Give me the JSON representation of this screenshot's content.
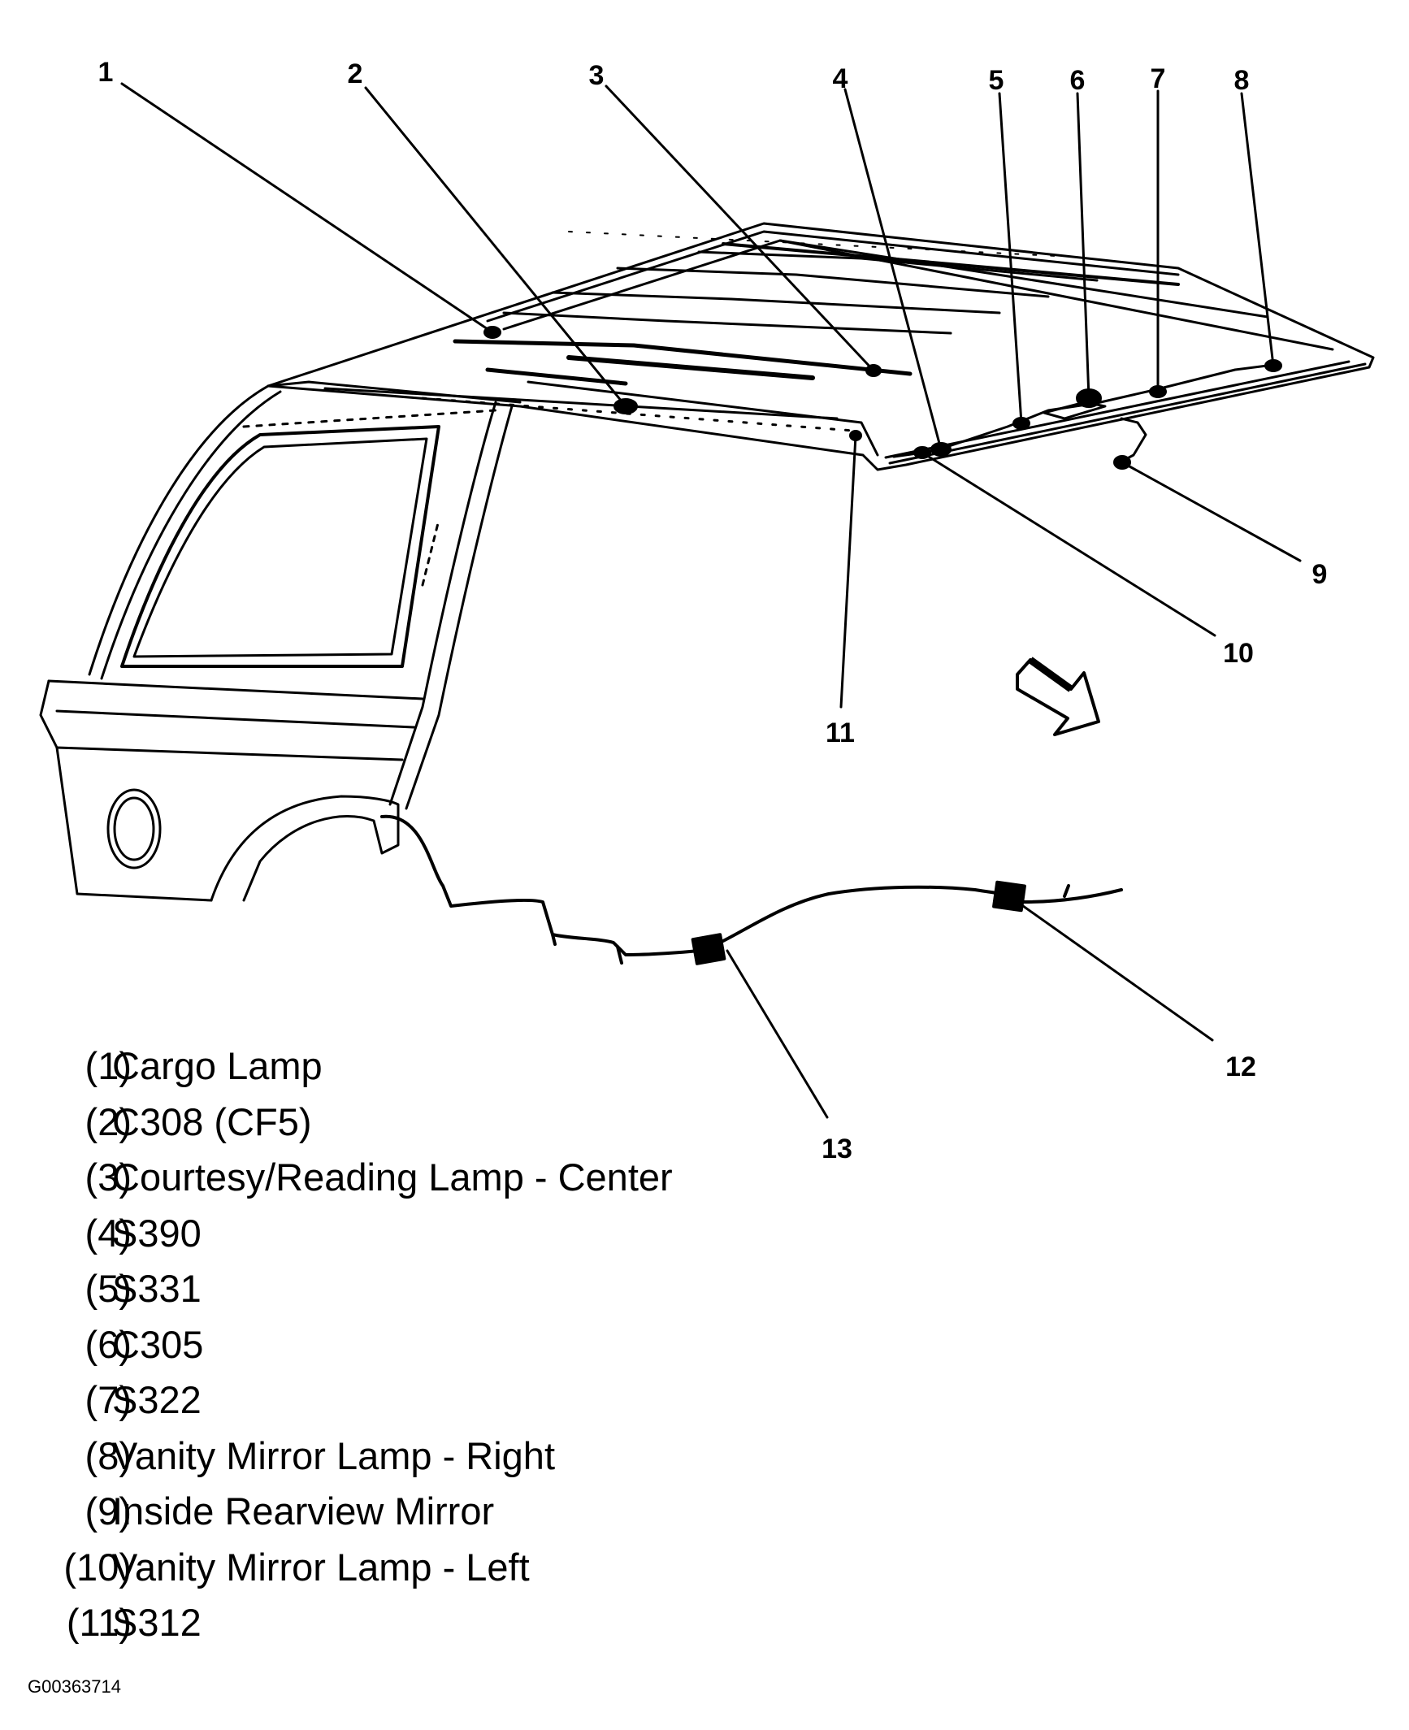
{
  "callouts": [
    "1",
    "2",
    "3",
    "4",
    "5",
    "6",
    "7",
    "8",
    "9",
    "10",
    "11",
    "12",
    "13"
  ],
  "legend": [
    {
      "num": "(1)",
      "label": "Cargo Lamp"
    },
    {
      "num": "(2)",
      "label": "C308 (CF5)"
    },
    {
      "num": "(3)",
      "label": "Courtesy/Reading Lamp - Center"
    },
    {
      "num": "(4)",
      "label": "S390"
    },
    {
      "num": "(5)",
      "label": "S331"
    },
    {
      "num": "(6)",
      "label": "C305"
    },
    {
      "num": "(7)",
      "label": "S322"
    },
    {
      "num": "(8)",
      "label": "Vanity Mirror Lamp - Right"
    },
    {
      "num": "(9)",
      "label": "Inside Rearview Mirror"
    },
    {
      "num": "(10)",
      "label": "Vanity Mirror Lamp - Left"
    },
    {
      "num": "(11)",
      "label": "S312"
    }
  ],
  "figure_id": "G00363714"
}
